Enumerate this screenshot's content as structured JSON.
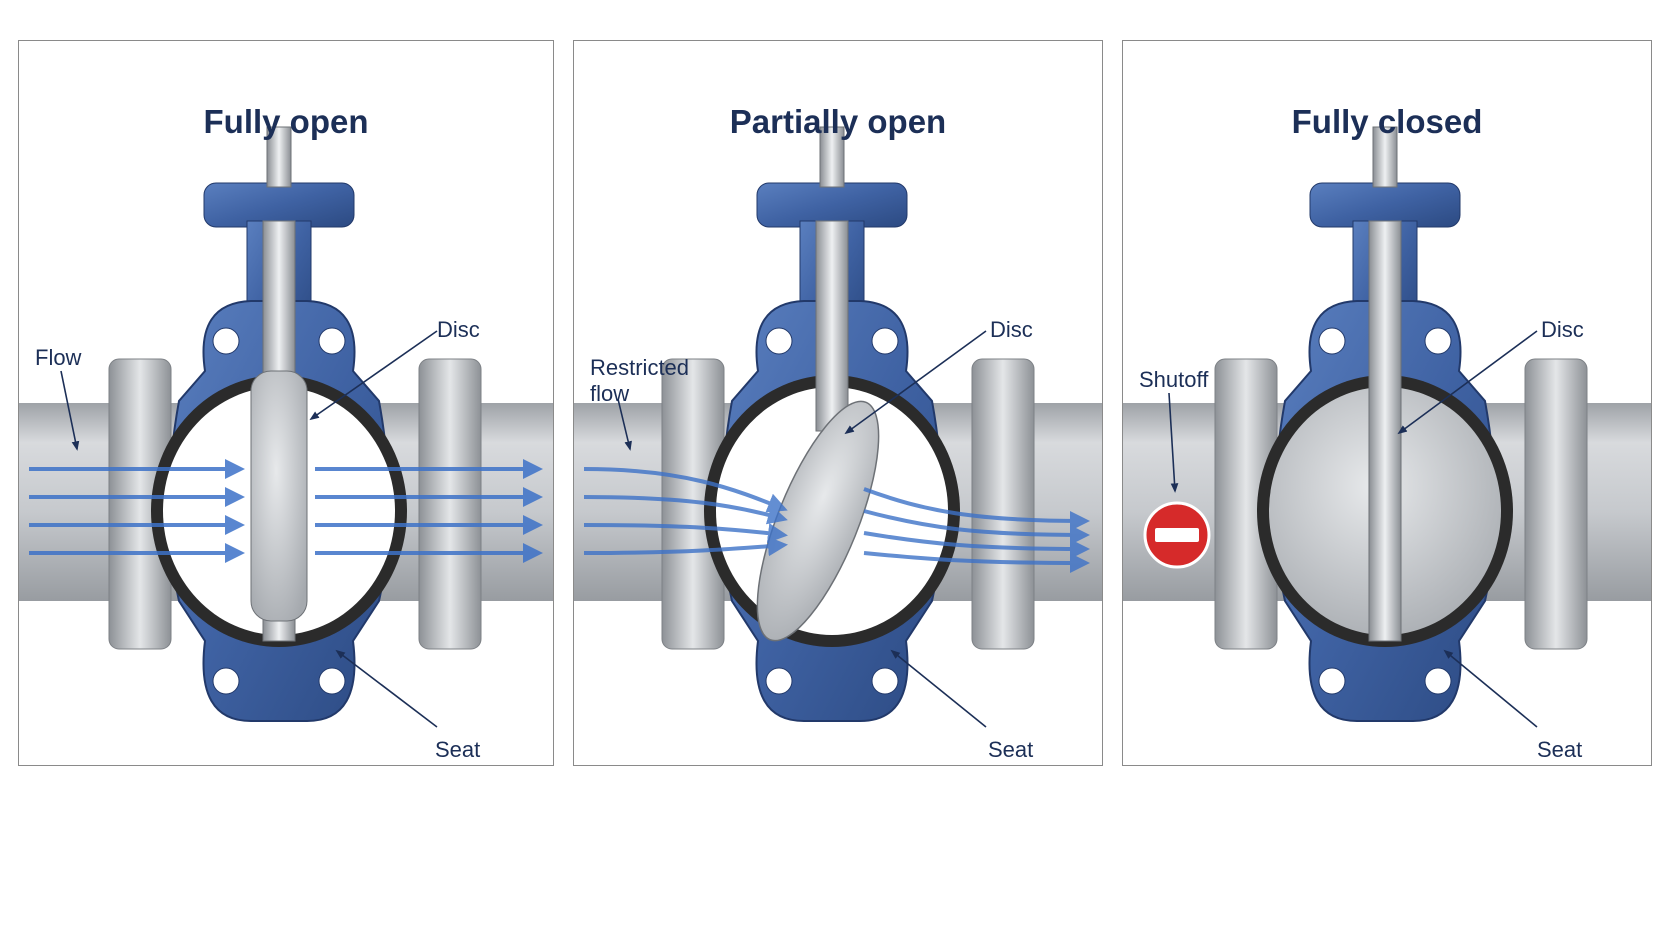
{
  "panels": [
    {
      "key": "open",
      "title": "Fully open",
      "disc": "Disc",
      "seat": "Seat",
      "flow": "Flow"
    },
    {
      "key": "partial",
      "title": "Partially open",
      "disc": "Disc",
      "seat": "Seat",
      "flow_line1": "Restricted",
      "flow_line2": "flow"
    },
    {
      "key": "closed",
      "title": "Fully closed",
      "disc": "Disc",
      "seat": "Seat",
      "flow": "Shutoff"
    }
  ],
  "colors": {
    "title": "#1c2f57",
    "valve_body": "#3f62a3",
    "seat_liner": "#2b2b2b",
    "pipe": "#c3c6ca",
    "flow_arrow": "#3d72c8",
    "stop_sign": "#d62a2a"
  },
  "icons": [
    "valve-body",
    "flow-arrow",
    "stop-sign-icon",
    "leader-line"
  ]
}
